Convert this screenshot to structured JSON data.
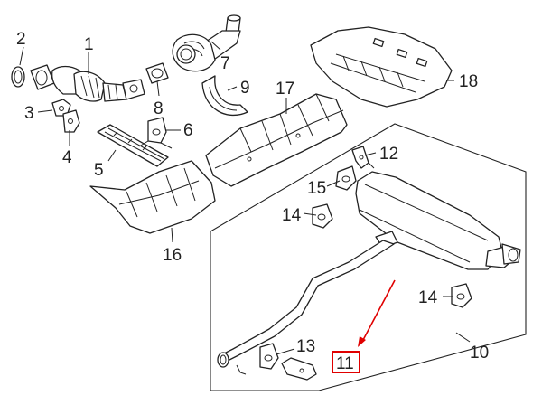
{
  "callouts": {
    "c1": "1",
    "c2": "2",
    "c3": "3",
    "c4": "4",
    "c5": "5",
    "c6": "6",
    "c7": "7",
    "c8": "8",
    "c9": "9",
    "c10": "10",
    "c11": "11",
    "c12": "12",
    "c13": "13",
    "c14a": "14",
    "c14b": "14",
    "c15": "15",
    "c16": "16",
    "c17": "17",
    "c18": "18"
  },
  "highlight": {
    "part_number": "11",
    "color": "#e00000"
  }
}
